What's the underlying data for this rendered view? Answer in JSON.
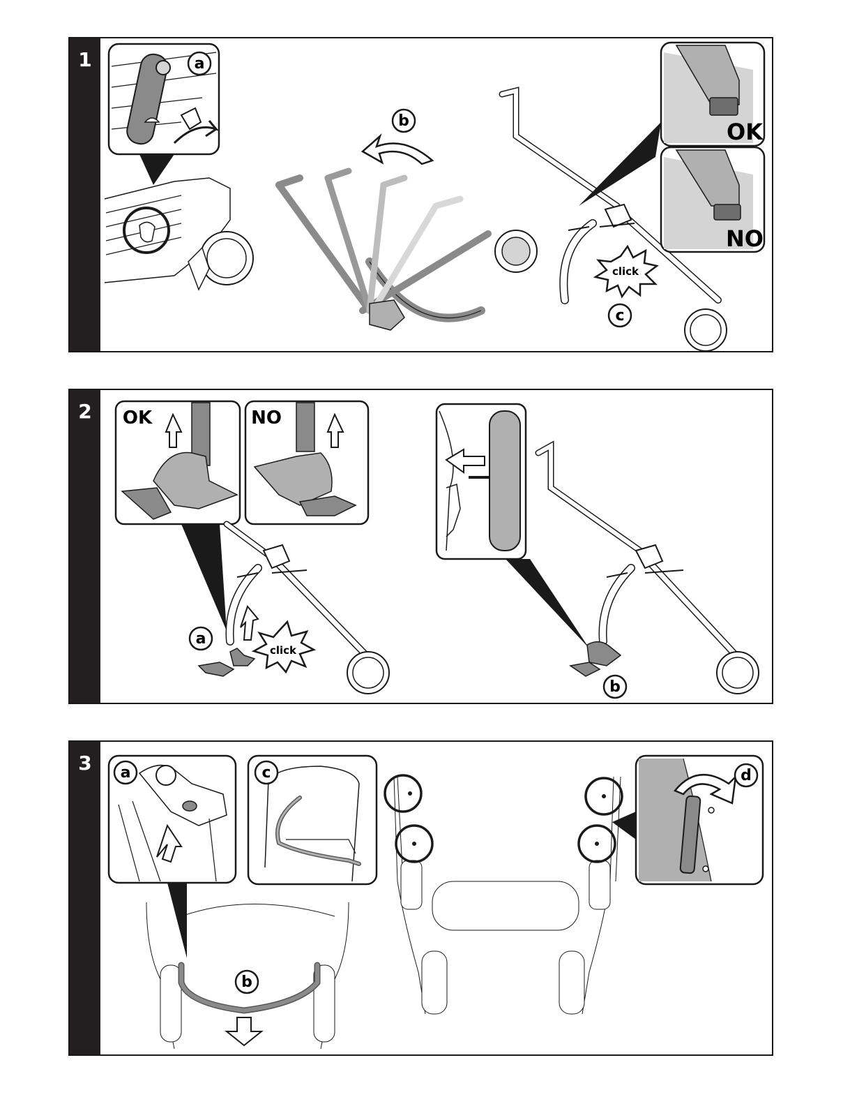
{
  "colors": {
    "bar": "#231f20",
    "part_dark": "#8a8a8a",
    "part_mid": "#b0b0b0",
    "part_light": "#d4d4d4",
    "line": "#1a1a1a"
  },
  "steps": [
    {
      "number": "1",
      "labels": {
        "a": "a",
        "b": "b",
        "c": "c"
      },
      "click": "click",
      "ok": "OK",
      "no": "NO"
    },
    {
      "number": "2",
      "labels": {
        "a": "a",
        "b": "b"
      },
      "click": "click",
      "ok": "OK",
      "no": "NO"
    },
    {
      "number": "3",
      "labels": {
        "a": "a",
        "b": "b",
        "c": "c",
        "d": "d"
      }
    }
  ]
}
